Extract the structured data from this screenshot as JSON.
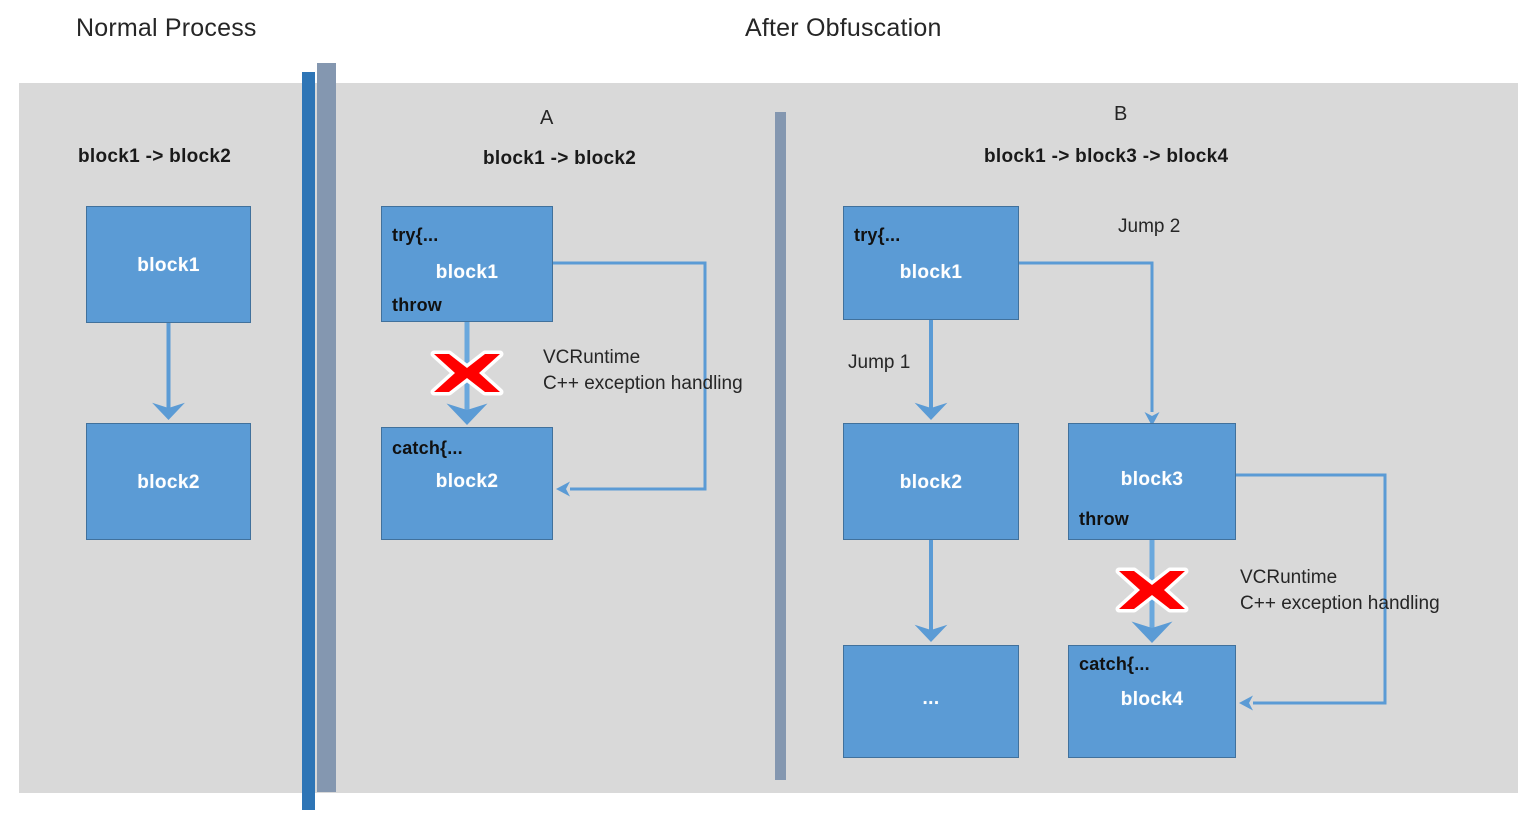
{
  "titles": {
    "normal": "Normal Process",
    "obfuscated": "After Obfuscation"
  },
  "colors": {
    "panel_bg": "#d9d9d9",
    "block_fill": "#5b9bd5",
    "block_border": "#41719c",
    "arrow": "#5b9bd5",
    "divider_dark": "#2e75b6",
    "divider_light": "#8497b0",
    "x_mark": "#ff0000",
    "text": "#262626"
  },
  "normal_section": {
    "route": "block1 -> block2",
    "blocks": [
      {
        "name": "block1"
      },
      {
        "name": "block2"
      }
    ]
  },
  "section_a": {
    "label": "A",
    "route": "block1 -> block2",
    "blocks": [
      {
        "keyword_top": "try{...",
        "name": "block1",
        "keyword_bottom": "throw"
      },
      {
        "keyword_top": "catch{...",
        "name": "block2"
      }
    ],
    "annotation_line1": "VCRuntime",
    "annotation_line2": "C++ exception handling",
    "x_mark": "blocked-transition"
  },
  "section_b": {
    "label": "B",
    "route": "block1 -> block3 -> block4",
    "blocks": [
      {
        "keyword_top": "try{...",
        "name": "block1"
      },
      {
        "name": "block2"
      },
      {
        "name": "..."
      },
      {
        "name": "block3",
        "keyword_bottom": "throw"
      },
      {
        "keyword_top": "catch{...",
        "name": "block4"
      }
    ],
    "jump1": "Jump 1",
    "jump2": "Jump 2",
    "annotation_line1": "VCRuntime",
    "annotation_line2": "C++ exception handling",
    "x_mark": "blocked-transition"
  }
}
